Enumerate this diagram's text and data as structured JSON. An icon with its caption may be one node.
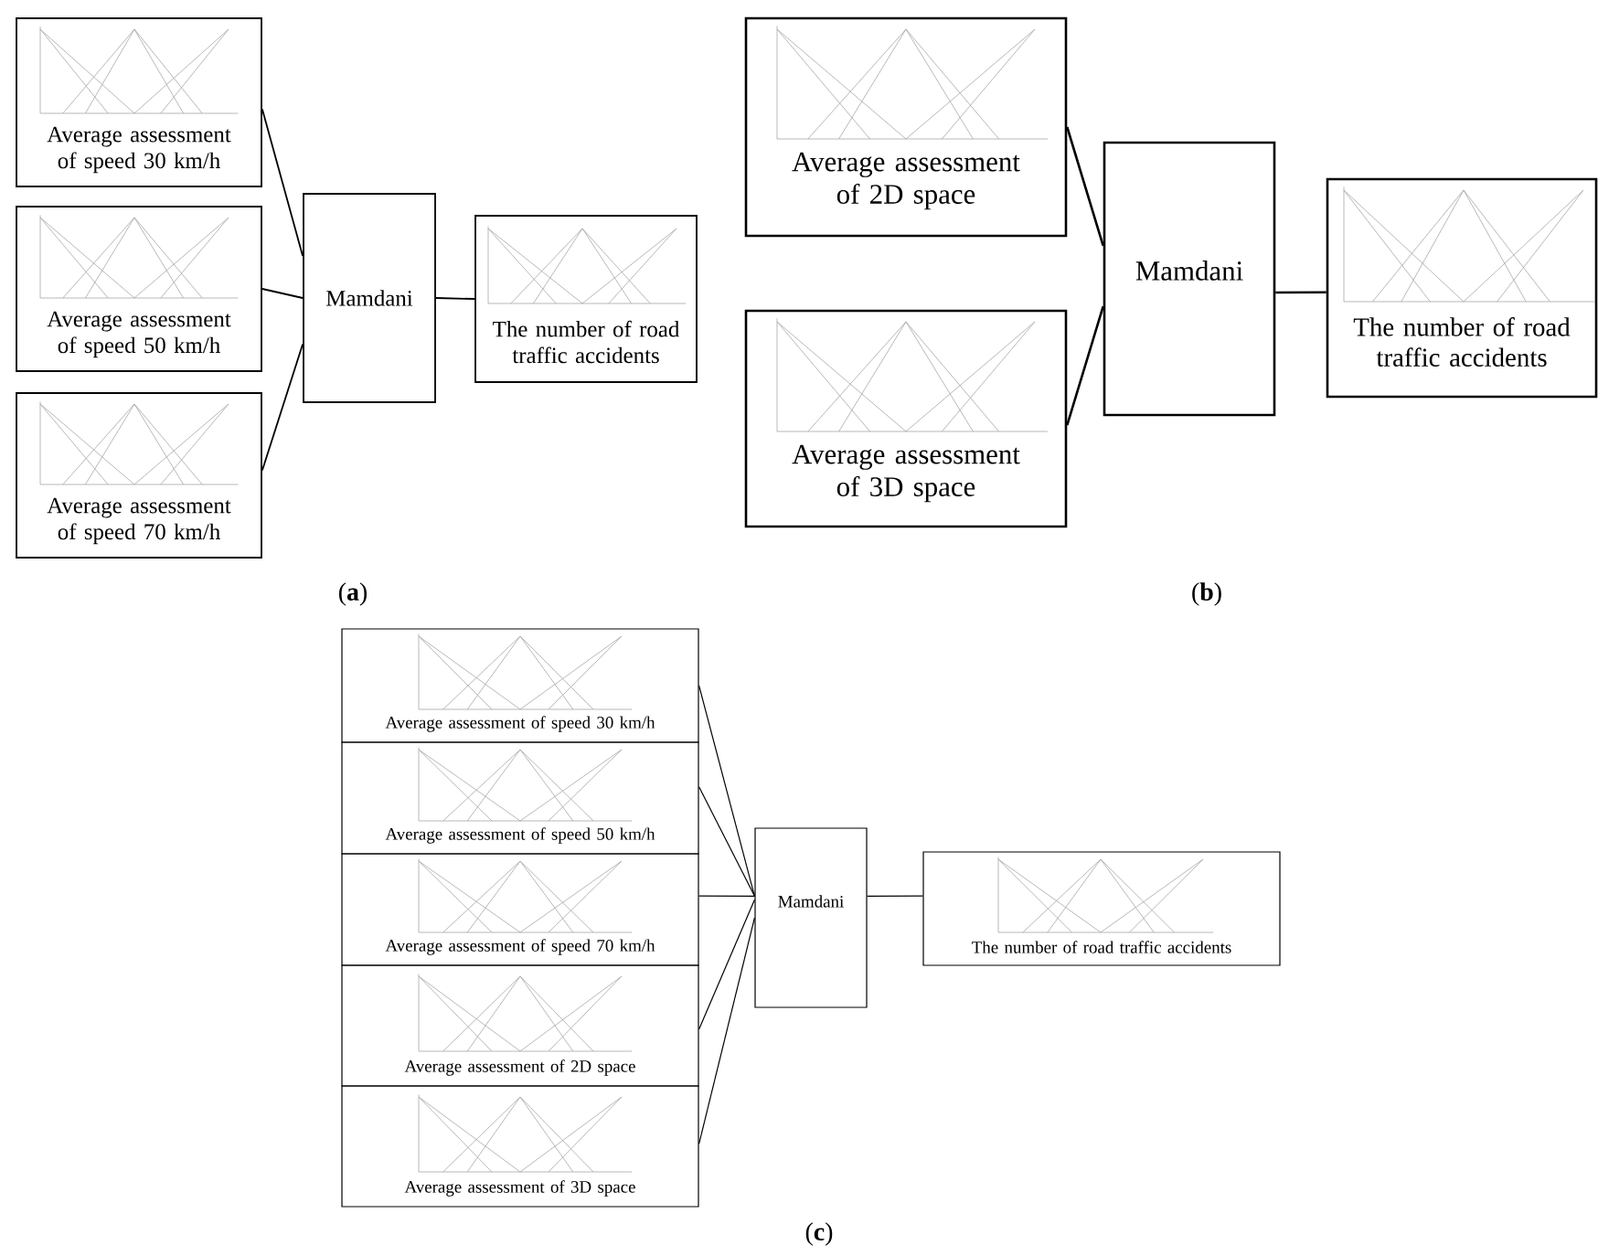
{
  "diagram": {
    "nodes": [
      {
        "text": [
          "Average assessment of speed 30 km/h"
        ]
      },
      {
        "text": [
          "Average assessment of speed 50 km/h"
        ]
      },
      {
        "text": [
          "Average assessment of speed 70 km/h"
        ]
      },
      {
        "text": [
          "Mamdani"
        ]
      },
      {
        "text": [
          "The number of road traffic accidents"
        ]
      },
      {
        "text": [
          "Average assessment of 2D space"
        ]
      },
      {
        "text": [
          "Average assessment of 3D space"
        ]
      },
      {
        "text": [
          "Mamdani"
        ]
      },
      {
        "text": [
          "The number of road traffic accidents"
        ]
      },
      {
        "text": [
          "Average assessment of speed 30 km/h"
        ]
      },
      {
        "text": [
          "Average assessment of speed 50 km/h"
        ]
      },
      {
        "text": [
          "Average assessment of speed 70 km/h"
        ]
      },
      {
        "text": [
          "Average assessment of 2D space"
        ]
      },
      {
        "text": [
          "Average assessment of 3D space"
        ]
      },
      {
        "text": [
          "Mamdani"
        ]
      },
      {
        "text": [
          "The number of road traffic accidents"
        ]
      }
    ],
    "edges": [
      {
        "from": 0,
        "to": 3,
        "arrow": "none"
      },
      {
        "from": 1,
        "to": 3,
        "arrow": "none"
      },
      {
        "from": 2,
        "to": 3,
        "arrow": "none"
      },
      {
        "from": 3,
        "to": 4,
        "arrow": "none"
      },
      {
        "from": 5,
        "to": 7,
        "arrow": "none"
      },
      {
        "from": 6,
        "to": 7,
        "arrow": "none"
      },
      {
        "from": 7,
        "to": 8,
        "arrow": "none"
      },
      {
        "from": 9,
        "to": 14,
        "arrow": "none"
      },
      {
        "from": 10,
        "to": 14,
        "arrow": "none"
      },
      {
        "from": 11,
        "to": 14,
        "arrow": "none"
      },
      {
        "from": 12,
        "to": 14,
        "arrow": "none"
      },
      {
        "from": 13,
        "to": 14,
        "arrow": "none"
      },
      {
        "from": 14,
        "to": 15,
        "arrow": "none"
      }
    ],
    "labels": [
      "(**a**)",
      "(**b**)",
      "(**c**)"
    ]
  }
}
